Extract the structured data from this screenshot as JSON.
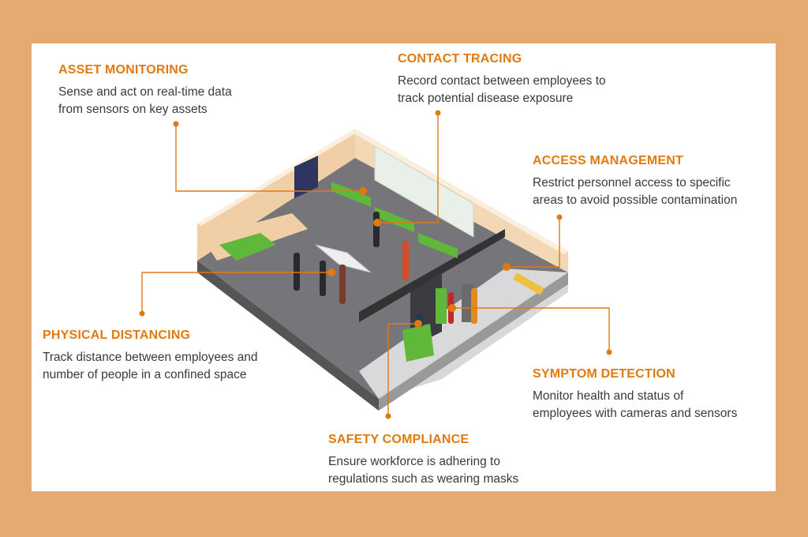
{
  "colors": {
    "background": "#e4aa72",
    "accent": "#e07a10",
    "text": "#3a3a3a",
    "green": "#5fb83a"
  },
  "features": [
    {
      "title": "ASSET MONITORING",
      "lines": [
        "Sense and act on real-time data",
        "from sensors on key assets"
      ]
    },
    {
      "title": "CONTACT TRACING",
      "lines": [
        "Record contact between employees to",
        "track potential disease exposure"
      ]
    },
    {
      "title": "ACCESS MANAGEMENT",
      "lines": [
        "Restrict personnel access to specific",
        "areas to avoid possible contamination"
      ]
    },
    {
      "title": "PHYSICAL DISTANCING",
      "lines": [
        "Track distance between employees and",
        "number of people in a confined space"
      ]
    },
    {
      "title": "SYMPTOM DETECTION",
      "lines": [
        "Monitor health and status of",
        "employees with cameras and sensors"
      ]
    },
    {
      "title": "SAFETY COMPLIANCE",
      "lines": [
        "Ensure workforce is adhering to",
        "regulations such as wearing masks"
      ]
    }
  ]
}
